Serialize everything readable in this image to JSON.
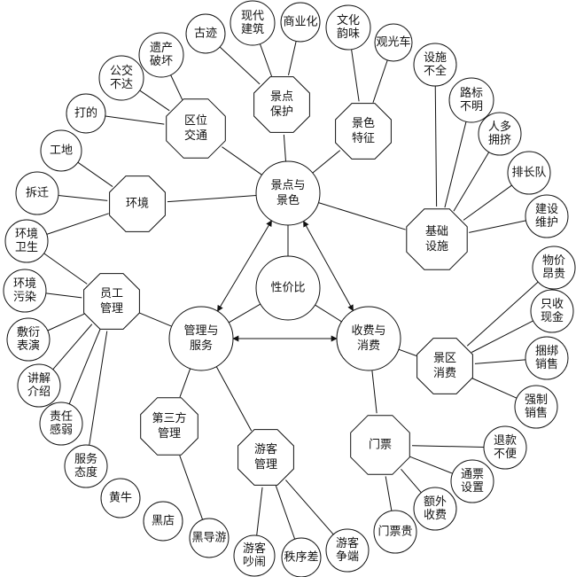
{
  "center": {
    "id": "center",
    "lines": [
      "景点与",
      "景色"
    ]
  },
  "hubs": [
    {
      "id": "jdbh",
      "lines": [
        "景点",
        "保护"
      ]
    },
    {
      "id": "jstz",
      "lines": [
        "景色",
        "特征"
      ]
    },
    {
      "id": "qwjt",
      "lines": [
        "区位",
        "交通"
      ]
    },
    {
      "id": "hj",
      "lines": [
        "环境"
      ]
    },
    {
      "id": "jcss",
      "lines": [
        "基础",
        "设施"
      ]
    },
    {
      "id": "yggl",
      "lines": [
        "员工",
        "管理"
      ]
    },
    {
      "id": "dsf",
      "lines": [
        "第三方",
        "管理"
      ]
    },
    {
      "id": "ykgl",
      "lines": [
        "游客",
        "管理"
      ]
    },
    {
      "id": "jqxf",
      "lines": [
        "景区",
        "消费"
      ]
    },
    {
      "id": "mp",
      "lines": [
        "门票"
      ]
    }
  ],
  "mains": [
    {
      "id": "xjb",
      "lines": [
        "性价比"
      ]
    },
    {
      "id": "glfw",
      "lines": [
        "管理与",
        "服务"
      ]
    },
    {
      "id": "sfxf",
      "lines": [
        "收费与",
        "消费"
      ]
    }
  ],
  "leaves": [
    {
      "id": "gj",
      "lines": [
        "古迹"
      ]
    },
    {
      "id": "xdjz",
      "lines": [
        "现代",
        "建筑"
      ]
    },
    {
      "id": "syh",
      "lines": [
        "商业化"
      ]
    },
    {
      "id": "whyw",
      "lines": [
        "文化",
        "韵味"
      ]
    },
    {
      "id": "ygc",
      "lines": [
        "观光车"
      ]
    },
    {
      "id": "yc",
      "lines": [
        "遗产",
        "破坏"
      ]
    },
    {
      "id": "gj2",
      "lines": [
        "公交",
        "不达"
      ]
    },
    {
      "id": "dd",
      "lines": [
        "打的"
      ]
    },
    {
      "id": "gd",
      "lines": [
        "工地"
      ]
    },
    {
      "id": "cq",
      "lines": [
        "拆迁"
      ]
    },
    {
      "id": "hjws",
      "lines": [
        "环境",
        "卫生"
      ]
    },
    {
      "id": "ssbq",
      "lines": [
        "设施",
        "不全"
      ]
    },
    {
      "id": "lbbm",
      "lines": [
        "路标",
        "不明"
      ]
    },
    {
      "id": "rdyj",
      "lines": [
        "人多",
        "拥挤"
      ]
    },
    {
      "id": "pcd",
      "lines": [
        "排长队"
      ]
    },
    {
      "id": "jswh",
      "lines": [
        "建设",
        "维护"
      ]
    },
    {
      "id": "hjwr",
      "lines": [
        "环境",
        "污染"
      ]
    },
    {
      "id": "fyby",
      "lines": [
        "敷衍",
        "表演"
      ]
    },
    {
      "id": "jjjs",
      "lines": [
        "讲解",
        "介绍"
      ]
    },
    {
      "id": "zrgr",
      "lines": [
        "责任",
        "感弱"
      ]
    },
    {
      "id": "fwtd",
      "lines": [
        "服务",
        "态度"
      ]
    },
    {
      "id": "hn",
      "lines": [
        "黄牛"
      ]
    },
    {
      "id": "hdian",
      "lines": [
        "黑店"
      ]
    },
    {
      "id": "hdy",
      "lines": [
        "黑导游"
      ]
    },
    {
      "id": "ykcn",
      "lines": [
        "游客",
        "吵闹"
      ]
    },
    {
      "id": "zxc",
      "lines": [
        "秩序差"
      ]
    },
    {
      "id": "ykzd",
      "lines": [
        "游客",
        "争端"
      ]
    },
    {
      "id": "wjag",
      "lines": [
        "物价",
        "昂贵"
      ]
    },
    {
      "id": "zsxj",
      "lines": [
        "只收",
        "现金"
      ]
    },
    {
      "id": "kbxs",
      "lines": [
        "捆绑",
        "销售"
      ]
    },
    {
      "id": "qzxs",
      "lines": [
        "强制",
        "销售"
      ]
    },
    {
      "id": "tkbb",
      "lines": [
        "退款",
        "不便"
      ]
    },
    {
      "id": "tpsz",
      "lines": [
        "通票",
        "设置"
      ]
    },
    {
      "id": "ewsf",
      "lines": [
        "额外",
        "收费"
      ]
    },
    {
      "id": "mpg",
      "lines": [
        "门票贵"
      ]
    }
  ]
}
